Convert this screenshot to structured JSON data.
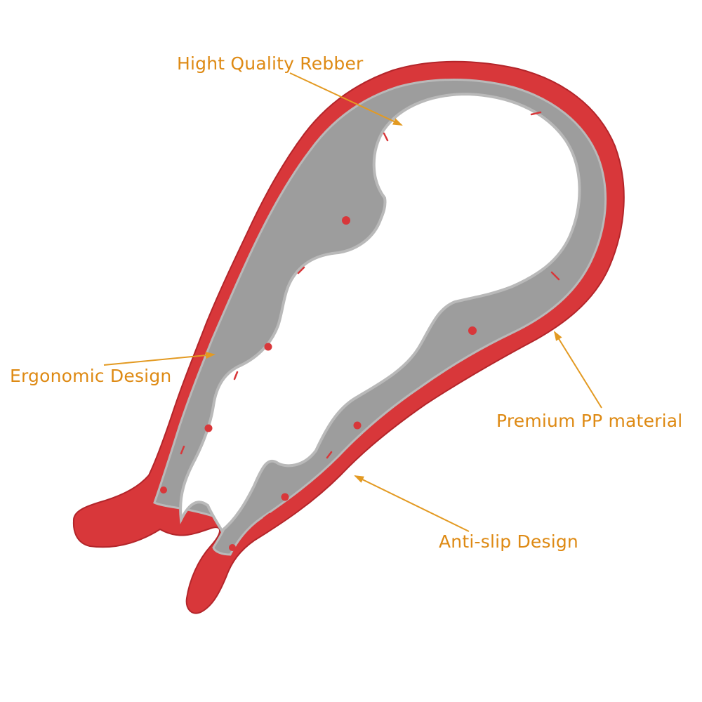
{
  "colors": {
    "rim": "#d8373a",
    "rim_shadow": "#b3252a",
    "core": "#9d9d9d",
    "core_light": "#b9b9b9",
    "dot": "#d8373a",
    "label": "#de8a14",
    "arrow": "#e39a22"
  },
  "labels": {
    "top": "Hight Quality Rebber",
    "left": "Ergonomic Design",
    "right": "Premium PP material",
    "bottom": "Anti-slip Design"
  }
}
